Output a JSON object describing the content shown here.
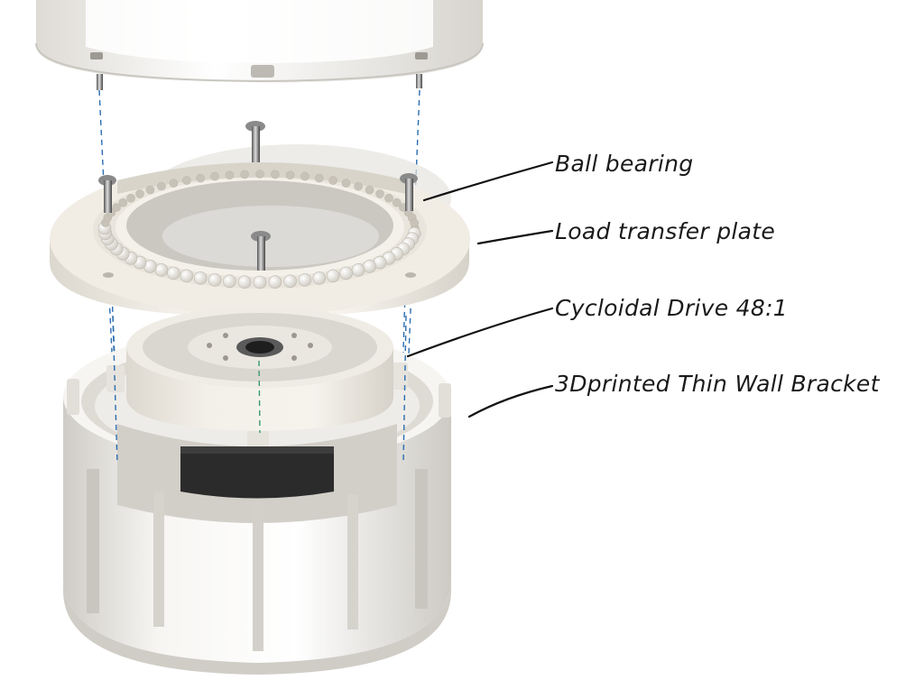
{
  "labels": {
    "ball_bearing": "Ball bearing",
    "load_transfer_plate": "Load transfer plate",
    "cycloidal_drive": "Cycloidal Drive 48:1",
    "bracket": "3Dprinted Thin Wall Bracket"
  },
  "colors": {
    "part_white": "#f4f2ee",
    "part_shade": "#d9d6d0",
    "plate_cream": "#efebe2",
    "axis_blue": "#2a6db0",
    "axis_green": "#3a9a6a",
    "motor_dark": "#2b2b2b"
  }
}
